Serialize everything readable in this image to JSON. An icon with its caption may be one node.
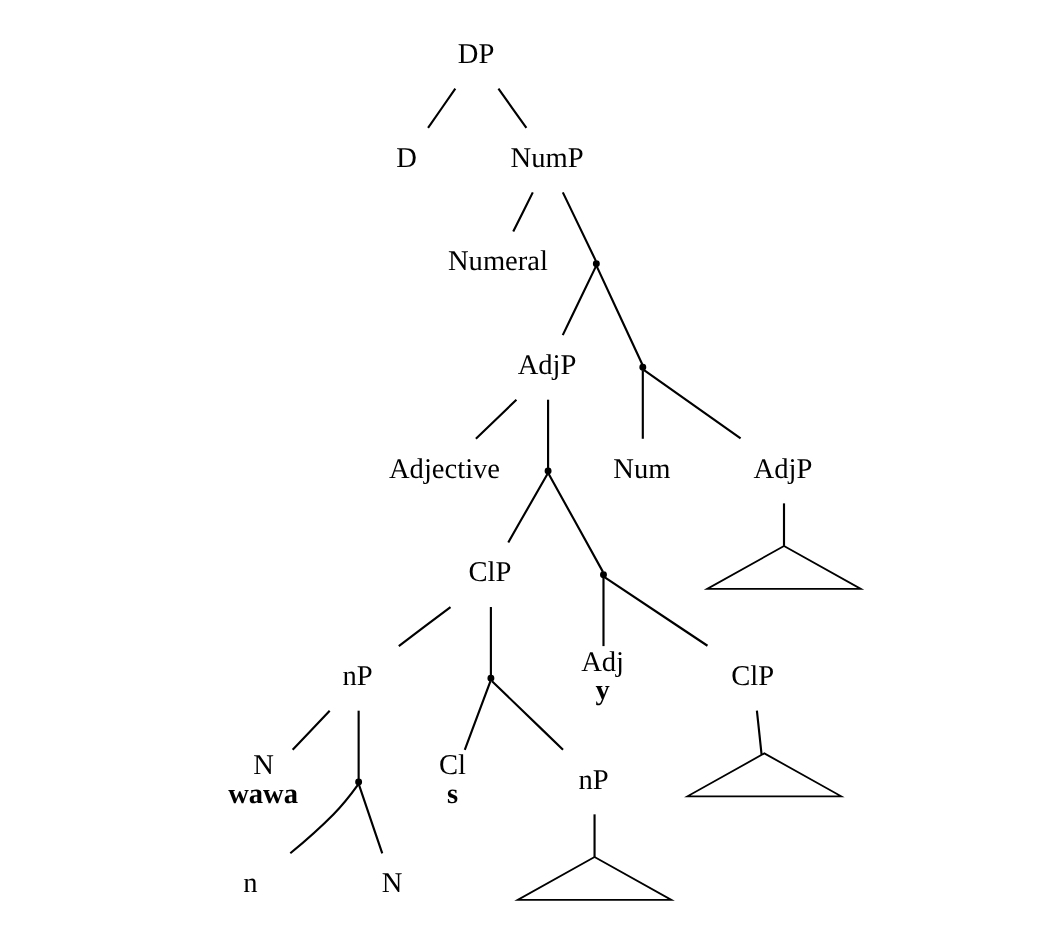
{
  "diagram": {
    "nodes": [
      {
        "text": [
          "DP"
        ]
      },
      {
        "text": [
          "D"
        ]
      },
      {
        "text": [
          "NumP"
        ]
      },
      {
        "text": [
          "Numeral"
        ]
      },
      {
        "text": [],
        "shape": "point"
      },
      {
        "text": [
          "AdjP"
        ]
      },
      {
        "text": [],
        "shape": "point"
      },
      {
        "text": [
          "Num"
        ]
      },
      {
        "text": [
          "AdjP"
        ]
      },
      {
        "text": [
          "Adjective"
        ]
      },
      {
        "text": [],
        "shape": "point"
      },
      {
        "text": [],
        "shape": "triangle"
      },
      {
        "text": [
          "ClP"
        ]
      },
      {
        "text": [
          "Adj",
          "y"
        ]
      },
      {
        "text": [],
        "shape": "point"
      },
      {
        "text": [
          "ClP"
        ]
      },
      {
        "text": [],
        "shape": "triangle"
      },
      {
        "text": [
          "nP"
        ]
      },
      {
        "text": [],
        "shape": "point"
      },
      {
        "text": [
          "Cl",
          "s"
        ]
      },
      {
        "text": [
          "nP"
        ]
      },
      {
        "text": [],
        "shape": "triangle"
      },
      {
        "text": [
          "N",
          "wawa"
        ]
      },
      {
        "text": [],
        "shape": "point"
      },
      {
        "text": [
          "n"
        ]
      },
      {
        "text": [
          "N"
        ]
      }
    ],
    "edges": [
      {
        "from": 0,
        "to": 1,
        "arrow": "none"
      },
      {
        "from": 0,
        "to": 2,
        "arrow": "none"
      },
      {
        "from": 2,
        "to": 3,
        "arrow": "none"
      },
      {
        "from": 2,
        "to": 4,
        "arrow": "none"
      },
      {
        "from": 4,
        "to": 5,
        "arrow": "none"
      },
      {
        "from": 4,
        "to": 6,
        "arrow": "none"
      },
      {
        "from": 6,
        "to": 7,
        "arrow": "none"
      },
      {
        "from": 6,
        "to": 8,
        "arrow": "none"
      },
      {
        "from": 8,
        "to": 11,
        "arrow": "none"
      },
      {
        "from": 5,
        "to": 9,
        "arrow": "none"
      },
      {
        "from": 5,
        "to": 10,
        "arrow": "none"
      },
      {
        "from": 10,
        "to": 12,
        "arrow": "none"
      },
      {
        "from": 10,
        "to": 14,
        "arrow": "none"
      },
      {
        "from": 14,
        "to": 13,
        "arrow": "none"
      },
      {
        "from": 14,
        "to": 15,
        "arrow": "none"
      },
      {
        "from": 15,
        "to": 16,
        "arrow": "none"
      },
      {
        "from": 12,
        "to": 17,
        "arrow": "none"
      },
      {
        "from": 12,
        "to": 18,
        "arrow": "none"
      },
      {
        "from": 18,
        "to": 19,
        "arrow": "none"
      },
      {
        "from": 18,
        "to": 20,
        "arrow": "none"
      },
      {
        "from": 20,
        "to": 21,
        "arrow": "none"
      },
      {
        "from": 17,
        "to": 22,
        "arrow": "none"
      },
      {
        "from": 17,
        "to": 23,
        "arrow": "none"
      },
      {
        "from": 23,
        "to": 24,
        "arrow": "none"
      },
      {
        "from": 23,
        "to": 25,
        "arrow": "none"
      }
    ]
  }
}
